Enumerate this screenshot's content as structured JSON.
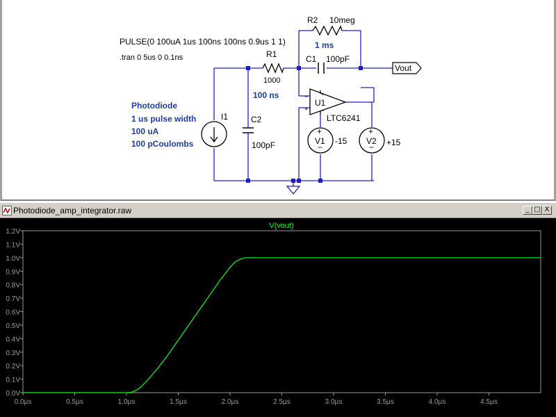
{
  "schematic": {
    "pulse_directive": "PULSE(0 100uA 1us 100ns 100ns 0.9us 1 1)",
    "tran_directive": ".tran 0 5us 0 0.1ns",
    "r1": {
      "name": "R1",
      "value": "1000"
    },
    "r2": {
      "name": "R2",
      "value": "10meg"
    },
    "c1": {
      "name": "C1",
      "value": "100pF"
    },
    "c2": {
      "name": "C2",
      "value": "100pF"
    },
    "i1": {
      "name": "I1"
    },
    "u1": {
      "name": "U1",
      "part": "LTC6241"
    },
    "v1": {
      "name": "V1",
      "value": "-15"
    },
    "v2": {
      "name": "V2",
      "value": "+15"
    },
    "vout_label": "Vout",
    "annotation_1ms": "1 ms",
    "annotation_100ns": "100 ns",
    "comment_lines": [
      "Photodiode",
      "1 us pulse width",
      "100 uA",
      "100 pCoulombs"
    ]
  },
  "waveform_window": {
    "title": "Photodiode_amp_integrator.raw",
    "buttons": [
      "_",
      "□",
      "X"
    ]
  },
  "chart_data": {
    "type": "line",
    "title": "V(vout)",
    "xlabel": "",
    "ylabel": "",
    "xlim": [
      0,
      5.0
    ],
    "ylim": [
      0,
      1.2
    ],
    "grid": false,
    "x_ticks": [
      "0.0µs",
      "0.5µs",
      "1.0µs",
      "1.5µs",
      "2.0µs",
      "2.5µs",
      "3.0µs",
      "3.5µs",
      "4.0µs",
      "4.5µs"
    ],
    "y_ticks": [
      "0.0V",
      "0.1V",
      "0.2V",
      "0.3V",
      "0.4V",
      "0.5V",
      "0.6V",
      "0.7V",
      "0.8V",
      "0.9V",
      "1.0V",
      "1.1V",
      "1.2V"
    ],
    "series": [
      {
        "name": "V(vout)",
        "color": "#00ff00",
        "x": [
          0,
          1.0,
          1.05,
          1.1,
          1.15,
          1.2,
          1.3,
          1.4,
          1.5,
          1.6,
          1.7,
          1.8,
          1.9,
          2.0,
          2.05,
          2.1,
          2.15,
          2.2,
          2.3,
          2.5,
          3.0,
          4.0,
          5.0
        ],
        "y": [
          0,
          0,
          0.003,
          0.02,
          0.05,
          0.09,
          0.18,
          0.28,
          0.39,
          0.5,
          0.61,
          0.72,
          0.83,
          0.93,
          0.97,
          0.99,
          1.0,
          1.0,
          1.0,
          1.0,
          1.0,
          1.0,
          1.0
        ]
      }
    ]
  }
}
